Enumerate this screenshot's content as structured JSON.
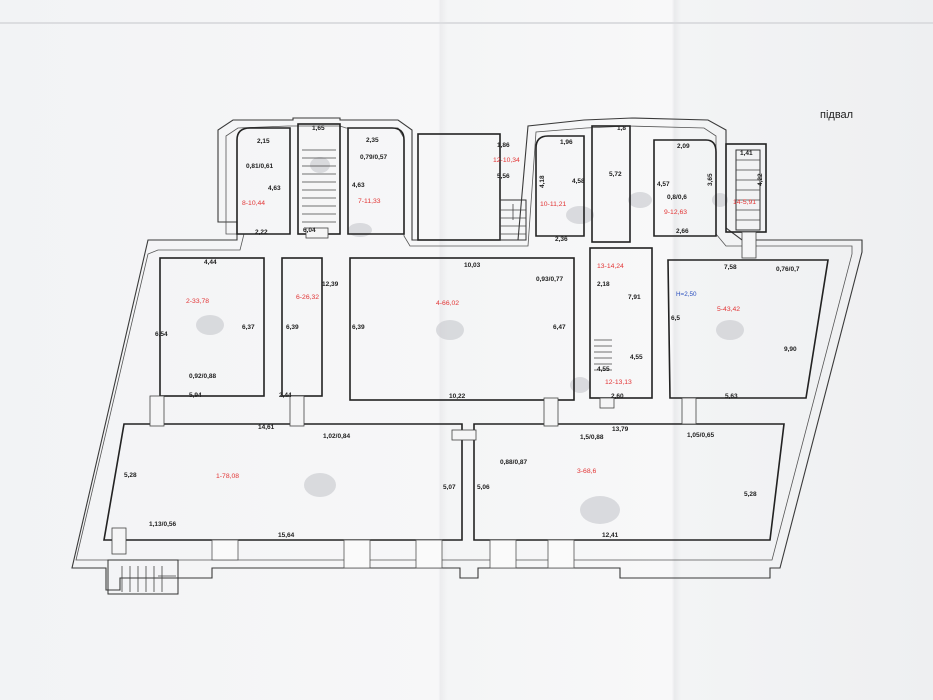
{
  "plan": {
    "title": "підвал",
    "rooms": [
      {
        "id": "1-78,08",
        "color": "#e23434"
      },
      {
        "id": "2-33,78",
        "color": "#e23434"
      },
      {
        "id": "3-68,6",
        "color": "#e23434"
      },
      {
        "id": "4-66,02",
        "color": "#e23434"
      },
      {
        "id": "5-43,42",
        "color": "#e23434"
      },
      {
        "id": "6-26,32",
        "color": "#e23434"
      },
      {
        "id": "7-11,33",
        "color": "#e23434"
      },
      {
        "id": "8-10,44",
        "color": "#e23434"
      },
      {
        "id": "9-12,63",
        "color": "#e23434"
      },
      {
        "id": "10-11,21",
        "color": "#e23434"
      },
      {
        "id": "12-10,34",
        "color": "#e23434"
      },
      {
        "id": "12-13,13",
        "color": "#e23434"
      },
      {
        "id": "13-14,24",
        "color": "#e23434"
      },
      {
        "id": "14-5,91",
        "color": "#e23434"
      }
    ],
    "blue_note": "H=2,50",
    "dimensions": [
      "1,65",
      "2,35",
      "2,15",
      "0,81/0,61",
      "0,79/0,57",
      "4,63",
      "4,63",
      "2,22",
      "6,04",
      "1,86",
      "5,56",
      "1,96",
      "1,8",
      "4,18",
      "4,58",
      "5,72",
      "2,09",
      "4,57",
      "0,8/0,6",
      "3,65",
      "1,41",
      "4,22",
      "2,36",
      "2,66",
      "4,44",
      "12,39",
      "10,03",
      "0,93/0,77",
      "2,18",
      "7,58",
      "0,76/0,7",
      "6,54",
      "6,37",
      "6,39",
      "6,39",
      "6,47",
      "7,91",
      "6,5",
      "9,90",
      "4,55",
      "4,55",
      "0,92/0,88",
      "5,94",
      "2,44",
      "10,22",
      "2,60",
      "5,63",
      "14,61",
      "1,02/0,84",
      "13,79",
      "1,5/0,88",
      "1,05/0,65",
      "0,88/0,87",
      "5,28",
      "5,07",
      "5,06",
      "5,28",
      "1,13/0,56",
      "15,64",
      "12,41"
    ]
  }
}
